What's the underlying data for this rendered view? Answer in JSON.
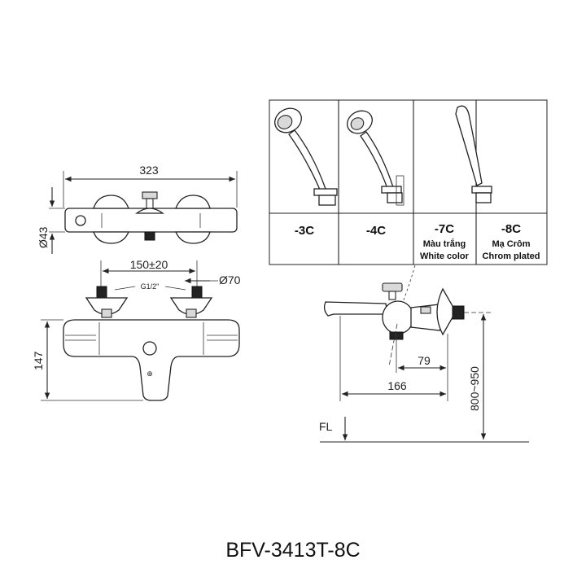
{
  "front_top_view": {
    "width_label": "323",
    "height_label": "Ø43"
  },
  "front_view": {
    "spacing_label": "150±20",
    "flange_label": "Ø70",
    "thread_label": "G1/2\"",
    "height_label": "147"
  },
  "side_view": {
    "depth_outlet_label": "79",
    "depth_spout_label": "166",
    "install_height_label": "800~950",
    "floor_label": "FL"
  },
  "options": [
    {
      "code": "-3C",
      "desc1": "",
      "desc2": ""
    },
    {
      "code": "-4C",
      "desc1": "",
      "desc2": ""
    },
    {
      "code": "-7C",
      "desc1": "Màu trắng",
      "desc2": "White color"
    },
    {
      "code": "-8C",
      "desc1": "Mạ Crôm",
      "desc2": "Chrom plated"
    }
  ],
  "model_code": "BFV-3413T-8C"
}
